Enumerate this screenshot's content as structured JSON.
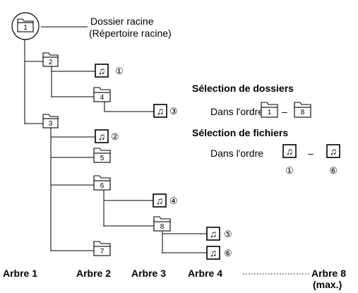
{
  "root_label": {
    "line1": "Dossier racine",
    "line2": "(Répertoire racine)"
  },
  "folders": [
    {
      "num": "1"
    },
    {
      "num": "2"
    },
    {
      "num": "3"
    },
    {
      "num": "4"
    },
    {
      "num": "5"
    },
    {
      "num": "6"
    },
    {
      "num": "7"
    },
    {
      "num": "8"
    }
  ],
  "files": [
    {
      "num": "①"
    },
    {
      "num": "②"
    },
    {
      "num": "③"
    },
    {
      "num": "④"
    },
    {
      "num": "⑤"
    },
    {
      "num": "⑥"
    }
  ],
  "legend": {
    "folder_selection_title": "Sélection de dossiers",
    "folder_order_text": "Dans l'ordre",
    "folder_first": "1",
    "folder_last": "8",
    "dash": "–",
    "file_selection_title": "Sélection de fichiers",
    "file_order_text": "Dans l'ordre",
    "file_first": "①",
    "file_last": "⑥"
  },
  "trees": {
    "tree1": "Arbre 1",
    "tree2": "Arbre 2",
    "tree3": "Arbre 3",
    "tree4": "Arbre 4",
    "tree8_line1": "Arbre 8",
    "tree8_line2": "(max.)"
  }
}
